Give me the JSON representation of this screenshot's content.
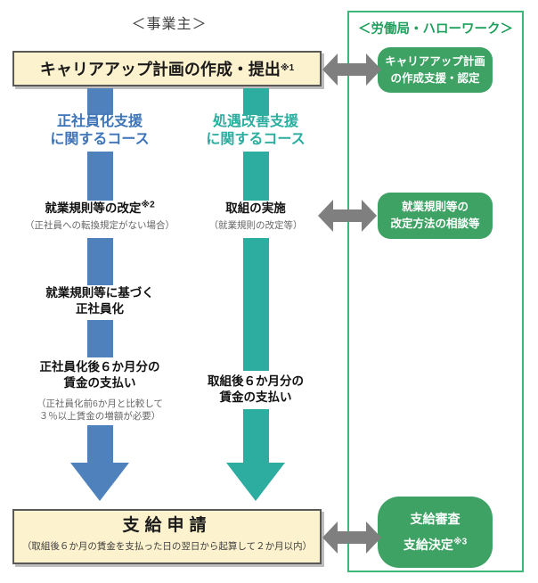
{
  "headers": {
    "employer": "＜事業主＞"
  },
  "plan_box": {
    "title": "キャリアアップ計画の作成・提出",
    "sup": "※1"
  },
  "courses": {
    "regular_employee": {
      "line1": "正社員化支援",
      "line2": "に関するコース"
    },
    "treatment_improvement": {
      "line1": "処遇改善支援",
      "line2": "に関するコース"
    }
  },
  "left_steps": {
    "revise_rules": {
      "title": "就業規則等の改定",
      "sup": "※2",
      "note": "（正社員への転換規定がない場合）"
    },
    "convert": {
      "line1": "就業規則等に基づく",
      "line2": "正社員化"
    },
    "pay_wages": {
      "line1": "正社員化後６か月分の",
      "line2": "賃金の支払い",
      "note1": "（正社員化前6か月と比較して",
      "note2": "３％以上賃金の増額が必要）"
    }
  },
  "right_steps": {
    "implement": {
      "title": "取組の実施",
      "note": "（就業規則の改定等）"
    },
    "pay_wages": {
      "line1": "取組後６か月分の",
      "line2": "賃金の支払い"
    }
  },
  "application_box": {
    "title": "支給申請",
    "note": "（取組後６か月の賃金を支払った日の翌日から起算して２か月以内）"
  },
  "agency_panel": {
    "header": "＜労働局・ハローワーク＞",
    "support_box": {
      "line1": "キャリアアップ計画",
      "line2": "の作成支援・認定"
    },
    "consult_box": {
      "line1": "就業規則等の",
      "line2": "改定方法の相談等"
    },
    "decision_box": {
      "line1": "支給審査",
      "line2": "支給決定",
      "sup": "※3"
    }
  },
  "colors": {
    "course_blue": "#4F81BD",
    "course_teal": "#2CAD9F",
    "agency_green": "#3DA263",
    "panel_border_green": "#3CB878",
    "header_green": "#1FA05C",
    "box_cream": "#FDF2CE",
    "box_border_gray": "#595959",
    "arrow_gray": "#7F7F7F"
  }
}
